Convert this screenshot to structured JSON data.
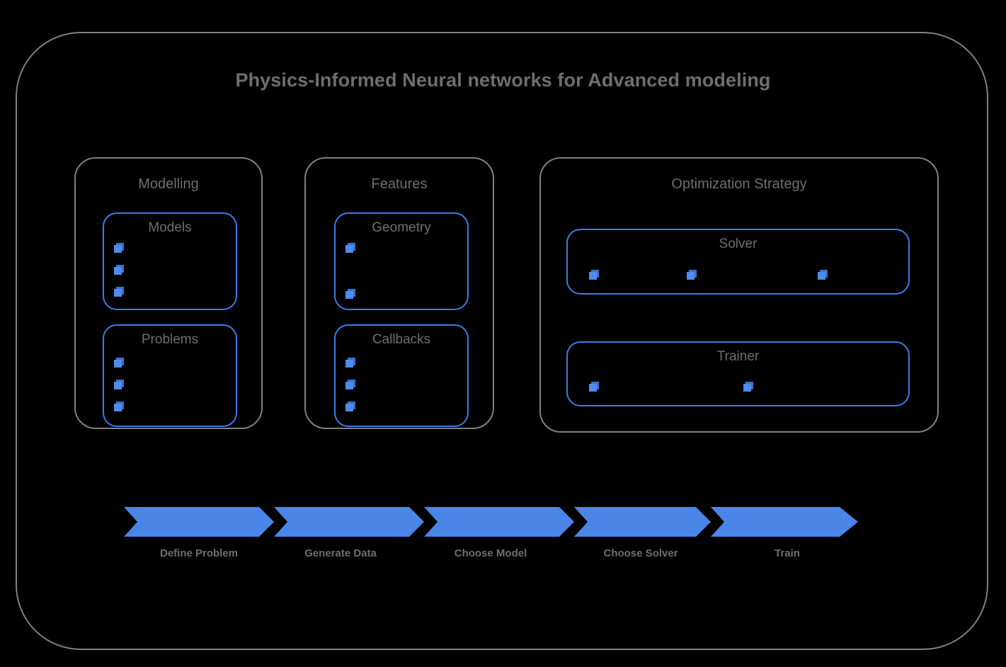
{
  "title": "Physics-Informed Neural networks for Advanced modeling",
  "colors": {
    "background": "#000000",
    "outer_border": "#808080",
    "panel_border": "#808080",
    "box_border": "#3b7ce8",
    "bullet_front": "#4e8cef",
    "bullet_back": "#3a6fce",
    "arrow": "#4a85e8",
    "text": "#6e6e6e"
  },
  "panels": [
    {
      "id": "modelling",
      "label": "Modelling",
      "boxes": [
        {
          "id": "models",
          "label": "Models",
          "bullet_count": 3,
          "bullet_layout": "vertical"
        },
        {
          "id": "problems",
          "label": "Problems",
          "bullet_count": 3,
          "bullet_layout": "vertical"
        }
      ]
    },
    {
      "id": "features",
      "label": "Features",
      "boxes": [
        {
          "id": "geometry",
          "label": "Geometry",
          "bullet_count": 2,
          "bullet_layout": "vertical"
        },
        {
          "id": "callbacks",
          "label": "Callbacks",
          "bullet_count": 3,
          "bullet_layout": "vertical"
        }
      ]
    },
    {
      "id": "optimization",
      "label": "Optimization Strategy",
      "boxes": [
        {
          "id": "solver",
          "label": "Solver",
          "bullet_count": 3,
          "bullet_layout": "horizontal"
        },
        {
          "id": "trainer",
          "label": "Trainer",
          "bullet_count": 2,
          "bullet_layout": "horizontal"
        }
      ]
    }
  ],
  "workflow": {
    "steps": [
      {
        "label": "Define Problem"
      },
      {
        "label": "Generate Data"
      },
      {
        "label": "Choose Model"
      },
      {
        "label": "Choose Solver"
      },
      {
        "label": "Train"
      }
    ]
  },
  "icons": {
    "bullet": "cube-icon",
    "arrow": "chevron-right-icon"
  }
}
